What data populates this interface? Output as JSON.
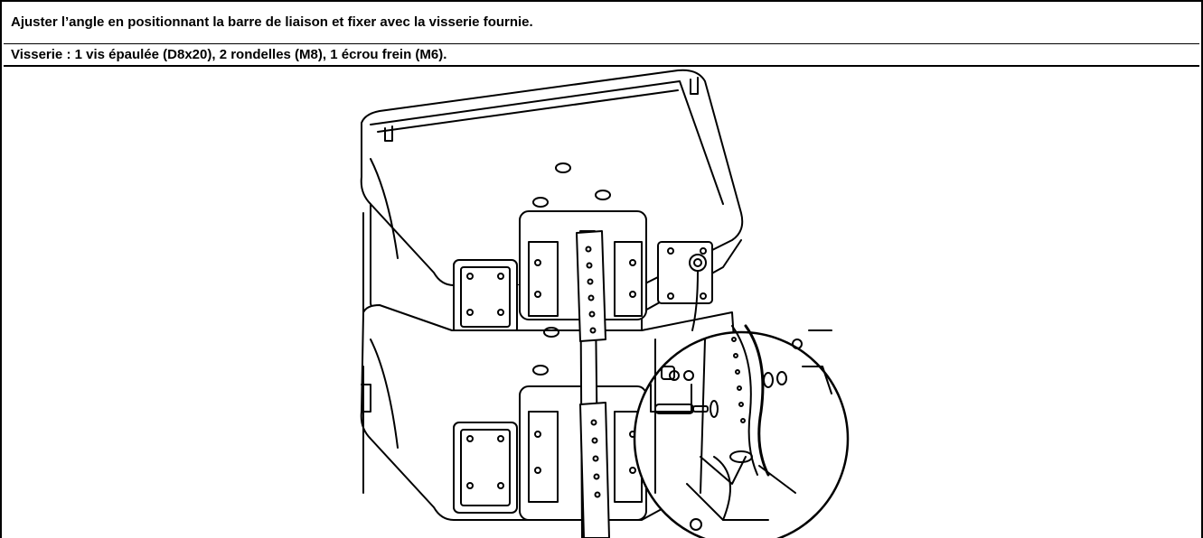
{
  "instructions": {
    "line1": "Ajuster l’angle en positionnant la barre de liaison et fixer avec la visserie fournie.",
    "line2": "Visserie : 1 vis épaulée (D8x20), 2 rondelles (M8), 1 écrou frein (M6)."
  },
  "illustration": {
    "subject": "two stacked speaker cabinets joined by a linking bar, with circular detail view of the shoulder screw, washers and lock nut",
    "stroke_color": "#000000",
    "fill_color": "#ffffff"
  }
}
